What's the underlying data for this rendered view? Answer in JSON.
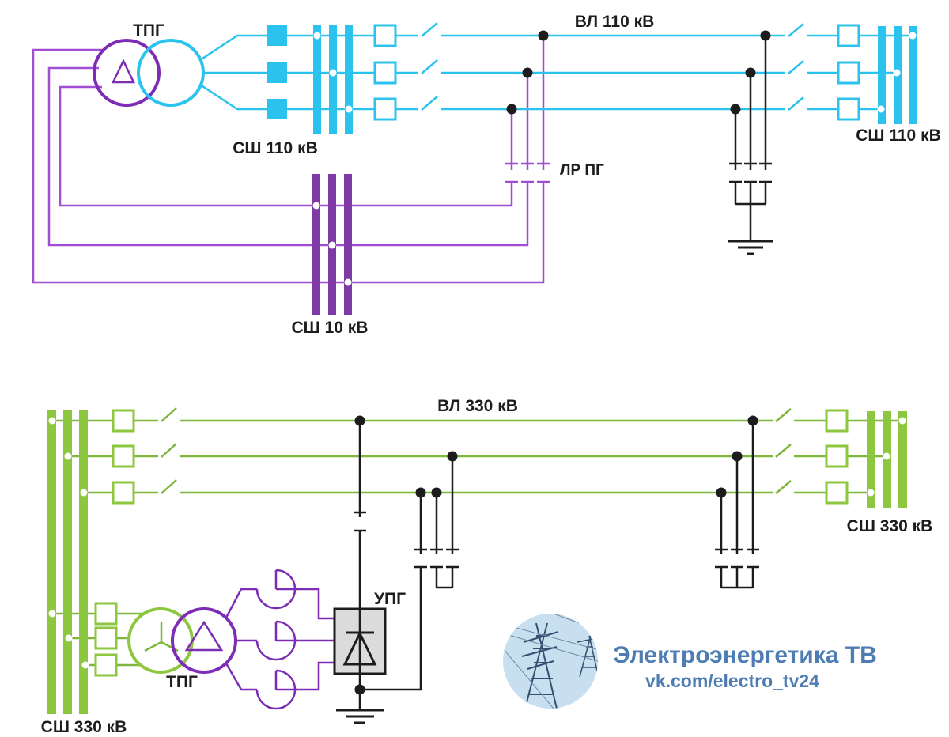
{
  "labels": {
    "tpg_top": "ТПГ",
    "sh_110_left": "СШ 110 кВ",
    "vl_110": "ВЛ 110 кВ",
    "sh_110_right": "СШ 110 кВ",
    "lr_pg": "ЛР ПГ",
    "sh_10": "СШ 10 кВ",
    "vl_330": "ВЛ 330 кВ",
    "sh_330_right": "СШ 330 кВ",
    "sh_330_left": "СШ 330 кВ",
    "tpg_bottom": "ТПГ",
    "upg": "УПГ"
  },
  "watermark": {
    "title": "Электроэнергетика ТВ",
    "url": "vk.com/electro_tv24"
  },
  "colors": {
    "cyan": "#2bc3ee",
    "green": "#8dc63f",
    "green_line": "#7eb73c",
    "purple_dark": "#7d2cb5",
    "purple_light": "#a04fd4",
    "purple_bus": "#7d3aa6",
    "ink": "#1c1c1c",
    "upg_fill": "#dbdbdb",
    "wm_blue": "#4d7db3",
    "wm_sky": "#c8dff0",
    "wm_tower": "#33506e"
  }
}
